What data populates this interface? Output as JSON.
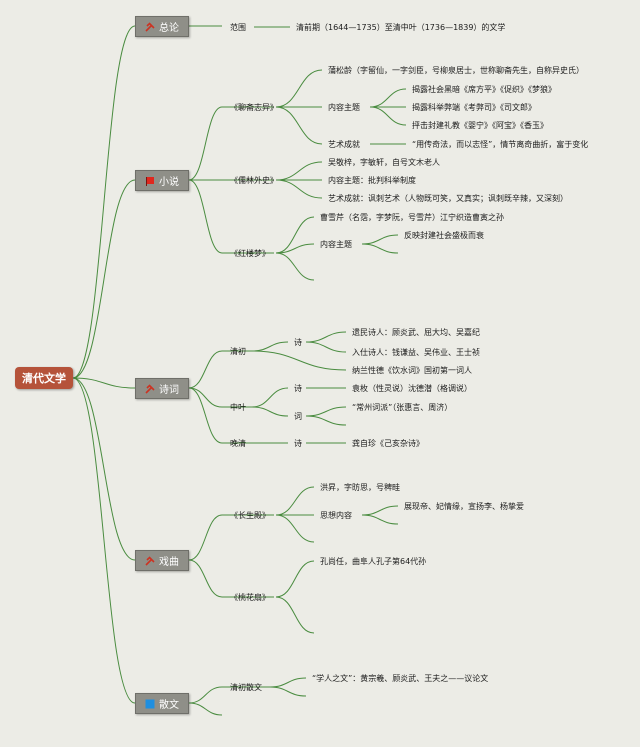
{
  "root": "清代文学",
  "categories": {
    "general": {
      "label": "总论",
      "icon": "tools-icon"
    },
    "novel": {
      "label": "小说",
      "icon": "red-flag-icon"
    },
    "poetry": {
      "label": "诗词",
      "icon": "tools-icon"
    },
    "drama": {
      "label": "戏曲",
      "icon": "tools-icon"
    },
    "prose": {
      "label": "散文",
      "icon": "blue-square-icon"
    }
  },
  "general": {
    "scope_label": "范围",
    "scope_text": "清前期（1644—1735）至清中叶（1736—1839）的文学"
  },
  "novel": {
    "liaozhai": {
      "title": "《聊斋志异》",
      "author": "蒲松龄（字留仙，一字剑臣，号柳泉居士，世称聊斋先生，自称异史氏）",
      "content_label": "内容主题",
      "content": [
        "揭露社会黑暗《席方平》《促织》《梦狼》",
        "揭露科举弊端《考弊司》《司文郎》",
        "抨击封建礼教《婴宁》《阿宝》《香玉》"
      ],
      "art_label": "艺术成就",
      "art_text": "“用传奇法，而以志怪”，情节离奇曲折，富于变化"
    },
    "rulin": {
      "title": "《儒林外史》",
      "items": [
        "吴敬梓，字敏轩，自号文木老人",
        "内容主题：批判科举制度",
        "艺术成就：讽刺艺术（人物既可笑，又真实；讽刺既辛辣，又深刻）"
      ]
    },
    "honglou": {
      "title": "《红楼梦》",
      "author": "曹雪芹（名霑，字梦阮，号雪芹）江宁织造曹寅之孙",
      "content_label": "内容主题",
      "content": "反映封建社会盛极而衰"
    }
  },
  "poetry": {
    "early": {
      "label": "清初",
      "shi_label": "诗",
      "shi": [
        "遗民诗人：顾炎武、屈大均、吴嘉纪",
        "入仕诗人：钱谦益、吴伟业、王士祯"
      ],
      "ci": "纳兰性德《饮水词》国初第一词人"
    },
    "middle": {
      "label": "中叶",
      "shi_label": "诗",
      "shi": "袁枚（性灵说）沈德潜（格调说）",
      "ci_label": "词",
      "ci": "“常州词派”（张惠言、周济）"
    },
    "late": {
      "label": "晚清",
      "shi_label": "诗",
      "shi": "龚自珍《己亥杂诗》"
    }
  },
  "drama": {
    "changsheng": {
      "title": "《长生殿》",
      "author": "洪昇，字昉思，号稗畦",
      "content_label": "思想内容",
      "content": "展现帝、妃情缘，宣扬李、杨挚爱"
    },
    "taohua": {
      "title": "《桃花扇》",
      "author": "孔尚任，曲阜人孔子第64代孙"
    }
  },
  "prose": {
    "early": {
      "label": "清初散文",
      "item": "“学人之文”：黄宗羲、顾炎武、王夫之——议论文"
    }
  },
  "colors": {
    "link": "#4a8c40",
    "root": "#b5533a",
    "category": "#8f8f88",
    "flag": "#e0281e",
    "square": "#1f8fe0",
    "tools": "#cc3322"
  }
}
